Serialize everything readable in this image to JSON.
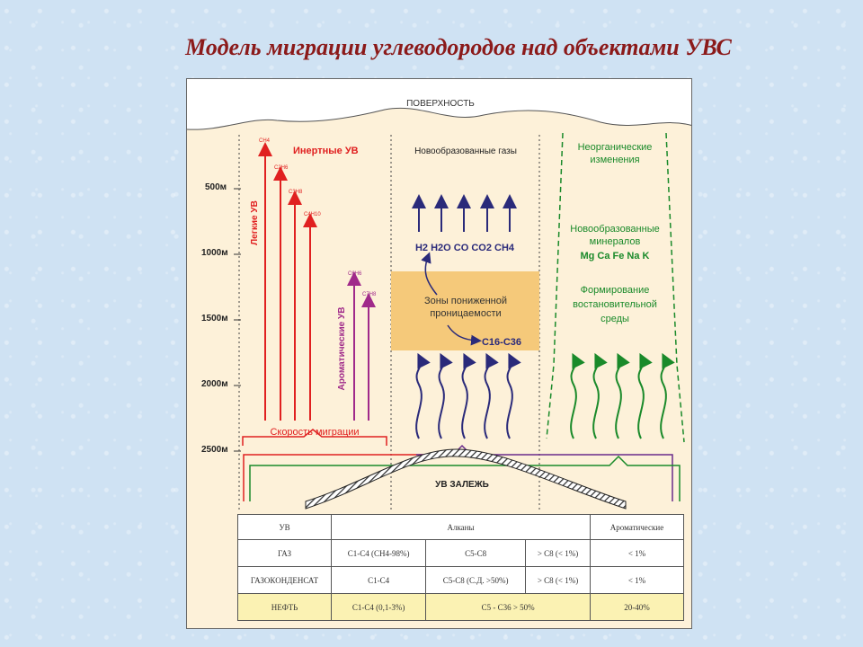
{
  "title": "Модель миграции углеводородов над объектами УВС",
  "surface_label": "ПОВЕРХНОСТЬ",
  "depth_ticks": [
    "500м",
    "1000м",
    "1500м",
    "2000м",
    "2500м"
  ],
  "columns": {
    "inert": {
      "heading": "Инертные УВ",
      "light_label": "Легкие УВ",
      "aromatic_label": "Ароматические УВ",
      "light_arrows": [
        "CH4",
        "C2H6",
        "C3H8",
        "C4H10"
      ],
      "aromatic_arrows": [
        "C6H6",
        "C7H8"
      ],
      "speed_label": "Скорость миграции"
    },
    "gases": {
      "heading": "Новообразованные газы",
      "formula": "H2 H2O CO CO2 CH4",
      "zone_label_1": "Зоны пониженной",
      "zone_label_2": "проницаемости",
      "c_range": "C16-C36"
    },
    "inorganic": {
      "heading_1": "Неорганические",
      "heading_2": "изменения",
      "minerals_1": "Новообразованные",
      "minerals_2": "минералов",
      "elements": "Mg Ca Fe Na K",
      "env_1": "Формирование",
      "env_2": "востановительной",
      "env_3": "среды"
    }
  },
  "deposit_label": "УВ ЗАЛЕЖЬ",
  "colors": {
    "title": "#8b1a1a",
    "light_hc": "#e02020",
    "aromatic_hc": "#a02a8a",
    "gases": "#2a2a7a",
    "inorganic": "#1a8a2a",
    "zone": "#f5c97a",
    "frame_bg": "#fdf1d9"
  },
  "table": {
    "header": [
      "УВ",
      "Алканы",
      "Ароматические"
    ],
    "rows": [
      {
        "name": "ГАЗ",
        "c1": "C1-C4 (CH4-98%)",
        "c2": "C5-C8",
        "c3": "> C8 (< 1%)",
        "aro": "< 1%"
      },
      {
        "name": "ГАЗОКОНДЕНСАТ",
        "c1": "C1-C4",
        "c2": "C5-C8 (С.Д. >50%)",
        "c3": "> C8 (< 1%)",
        "aro": "< 1%"
      },
      {
        "name": "НЕФТЬ",
        "c1": "C1-C4 (0,1-3%)",
        "c23": "C5 - C36 > 50%",
        "aro": "20-40%"
      }
    ]
  }
}
